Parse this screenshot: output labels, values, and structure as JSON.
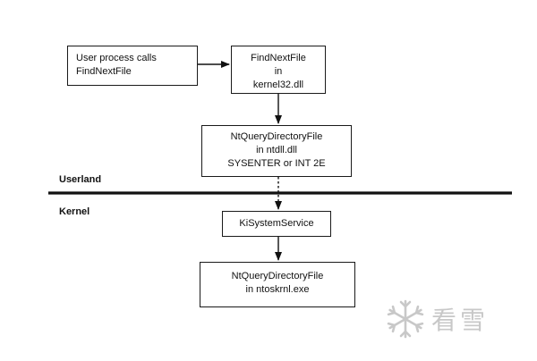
{
  "diagram": {
    "boxes": {
      "user_process": {
        "lines": [
          "User process calls",
          "FindNextFile"
        ]
      },
      "findnextfile": {
        "lines": [
          "FindNextFile",
          "in",
          "kernel32.dll"
        ]
      },
      "ntquery_user": {
        "lines": [
          "NtQueryDirectoryFile",
          "in ntdll.dll",
          "SYSENTER or INT 2E"
        ]
      },
      "kisystemservice": {
        "lines": [
          "KiSystemService"
        ]
      },
      "ntquery_kernel": {
        "lines": [
          "NtQueryDirectoryFile",
          "in ntoskrnl.exe"
        ]
      }
    },
    "regions": {
      "userland": "Userland",
      "kernel": "Kernel"
    },
    "colors": {
      "line": "#111111",
      "box_border": "#1a1a1a",
      "watermark": "#c8c8c8"
    }
  },
  "watermark": {
    "icon": "snowflake-icon",
    "text": "看雪"
  }
}
